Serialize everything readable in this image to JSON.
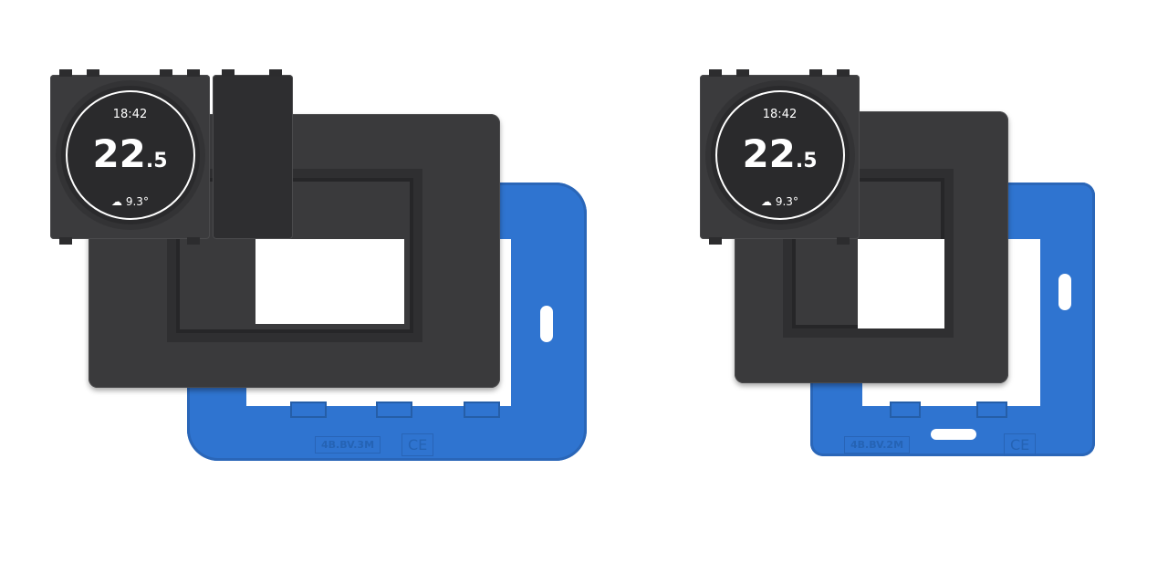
{
  "left_assembly": {
    "thermostat": {
      "time": "18:42",
      "temp_main": "22",
      "temp_decimal": ".5",
      "outdoor_icon": "cloud-icon",
      "outdoor_temp": "9.3°"
    },
    "frame_labels": [
      "4B.BV.3M",
      "CE"
    ]
  },
  "right_assembly": {
    "thermostat": {
      "time": "18:42",
      "temp_main": "22",
      "temp_decimal": ".5",
      "outdoor_icon": "cloud-icon",
      "outdoor_temp": "9.3°"
    },
    "frame_labels": [
      "4B.BV.2M",
      "CE"
    ]
  },
  "colors": {
    "frame_blue": "#2f74d0",
    "plate_anthracite": "#3a3a3c"
  }
}
